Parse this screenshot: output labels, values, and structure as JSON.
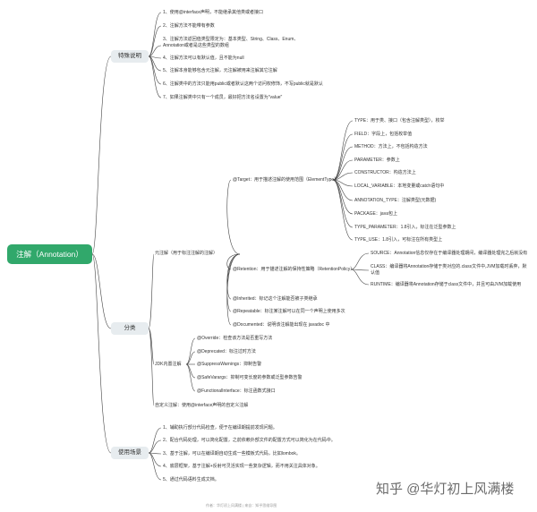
{
  "root": "注解（Annotation）",
  "topics": {
    "special": "特殊说明",
    "classify": "分类",
    "usage": "使用场景"
  },
  "special_items": [
    "1、使用@interface声明，不能继承其他类或者接口",
    "2、注解方法不能带有参数",
    "3、注解方法返回值类型限定为：基本类型、String、Class、Enum、",
    "Annotation或者是这些类型的数组",
    "4、注解方法可以有默认值，且不能为null",
    "5、注解本身能够包含元注解，元注解被用来注解其它注解",
    "6、注解类中的方法只能用public或者默认这两个访问权修饰，不写public就是默认",
    "7、如果注解类中只有一个成员，最好把方法名设置为\"value\""
  ],
  "meta": {
    "label": "元注解（用于标注注解的注解）",
    "target": "@Target：用于描述注解的使用范围（ElementType）",
    "target_items": [
      "TYPE：用于类、接口（包含注解类型），枚举",
      "FIELD：字段上，包括枚举值",
      "METHOD：方法上，不包括构造方法",
      "PARAMETER：参数上",
      "CONSTRUCTOR：构造方法上",
      "LOCAL_VARIABLE：本地变量或catch语句中",
      "ANNOTATION_TYPE：注解类型(元数据)",
      "PACKAGE：java包上",
      "TYPE_PARAMETER：1.8引入，标注在泛型参数上",
      "TYPE_USE：1.8引入，可标注在所有类型上"
    ],
    "retention": "@Retention：用于描述注解的保持性策略（RetentionPolicy）",
    "retention_items": {
      "source": "SOURCE：Annotation信息仅存在于编译器处理期间，编译器处理完之后就没有",
      "class_1": "CLASS：编译器将Annotation存储于类对应的.class文件中,JVM加载时丢弃，默",
      "class_2": "认值",
      "runtime": "RUNTIME：编译器将Annotation存储于class文件中，并且可由JVM加载使用"
    },
    "inherited": "@Inherited：标记这个注解能否被子类继承",
    "repeatable": "@Repeatable：标注某注解可以在同一个声明上使用多次",
    "documented": "@Documented：说明该注解能出现在 javadoc 中"
  },
  "jdk": {
    "label": "JDK内置注解",
    "items": [
      "@Override：检查该方法是否重写方法",
      "@Deprecated：标注过时方法",
      "@SuppressWarnings：抑制告警",
      "@SafeVarargs：抑制可变长度的参数或泛型参数告警",
      "@FunctionalInterface：标注函数式接口"
    ]
  },
  "custom": "自定义注解：使用@interface声明的自定义注解",
  "usage_items": [
    "1、辅助执行部分代码检查，便于在编译期提前发现问题。",
    "2、配合代码处理，可以简化配置，之前依赖外部文件的配置方式可以简化为在代码中。",
    "3、基于注解，可以在编译期自动生成一些模板式代码，比如lombok。",
    "4、底层框架，基于注解+反射可灵活实现一些复杂逻辑，而不用关注具体对象。",
    "5、通过代码语料生成文档。"
  ],
  "watermark": "知乎 @华灯初上风满楼",
  "footer": "作者：华灯初上风满楼 | 来自：知乎思维导图",
  "colors": {
    "root_bg": "#31a86b",
    "topic_bg": "#e7ecef",
    "line": "#444444"
  }
}
